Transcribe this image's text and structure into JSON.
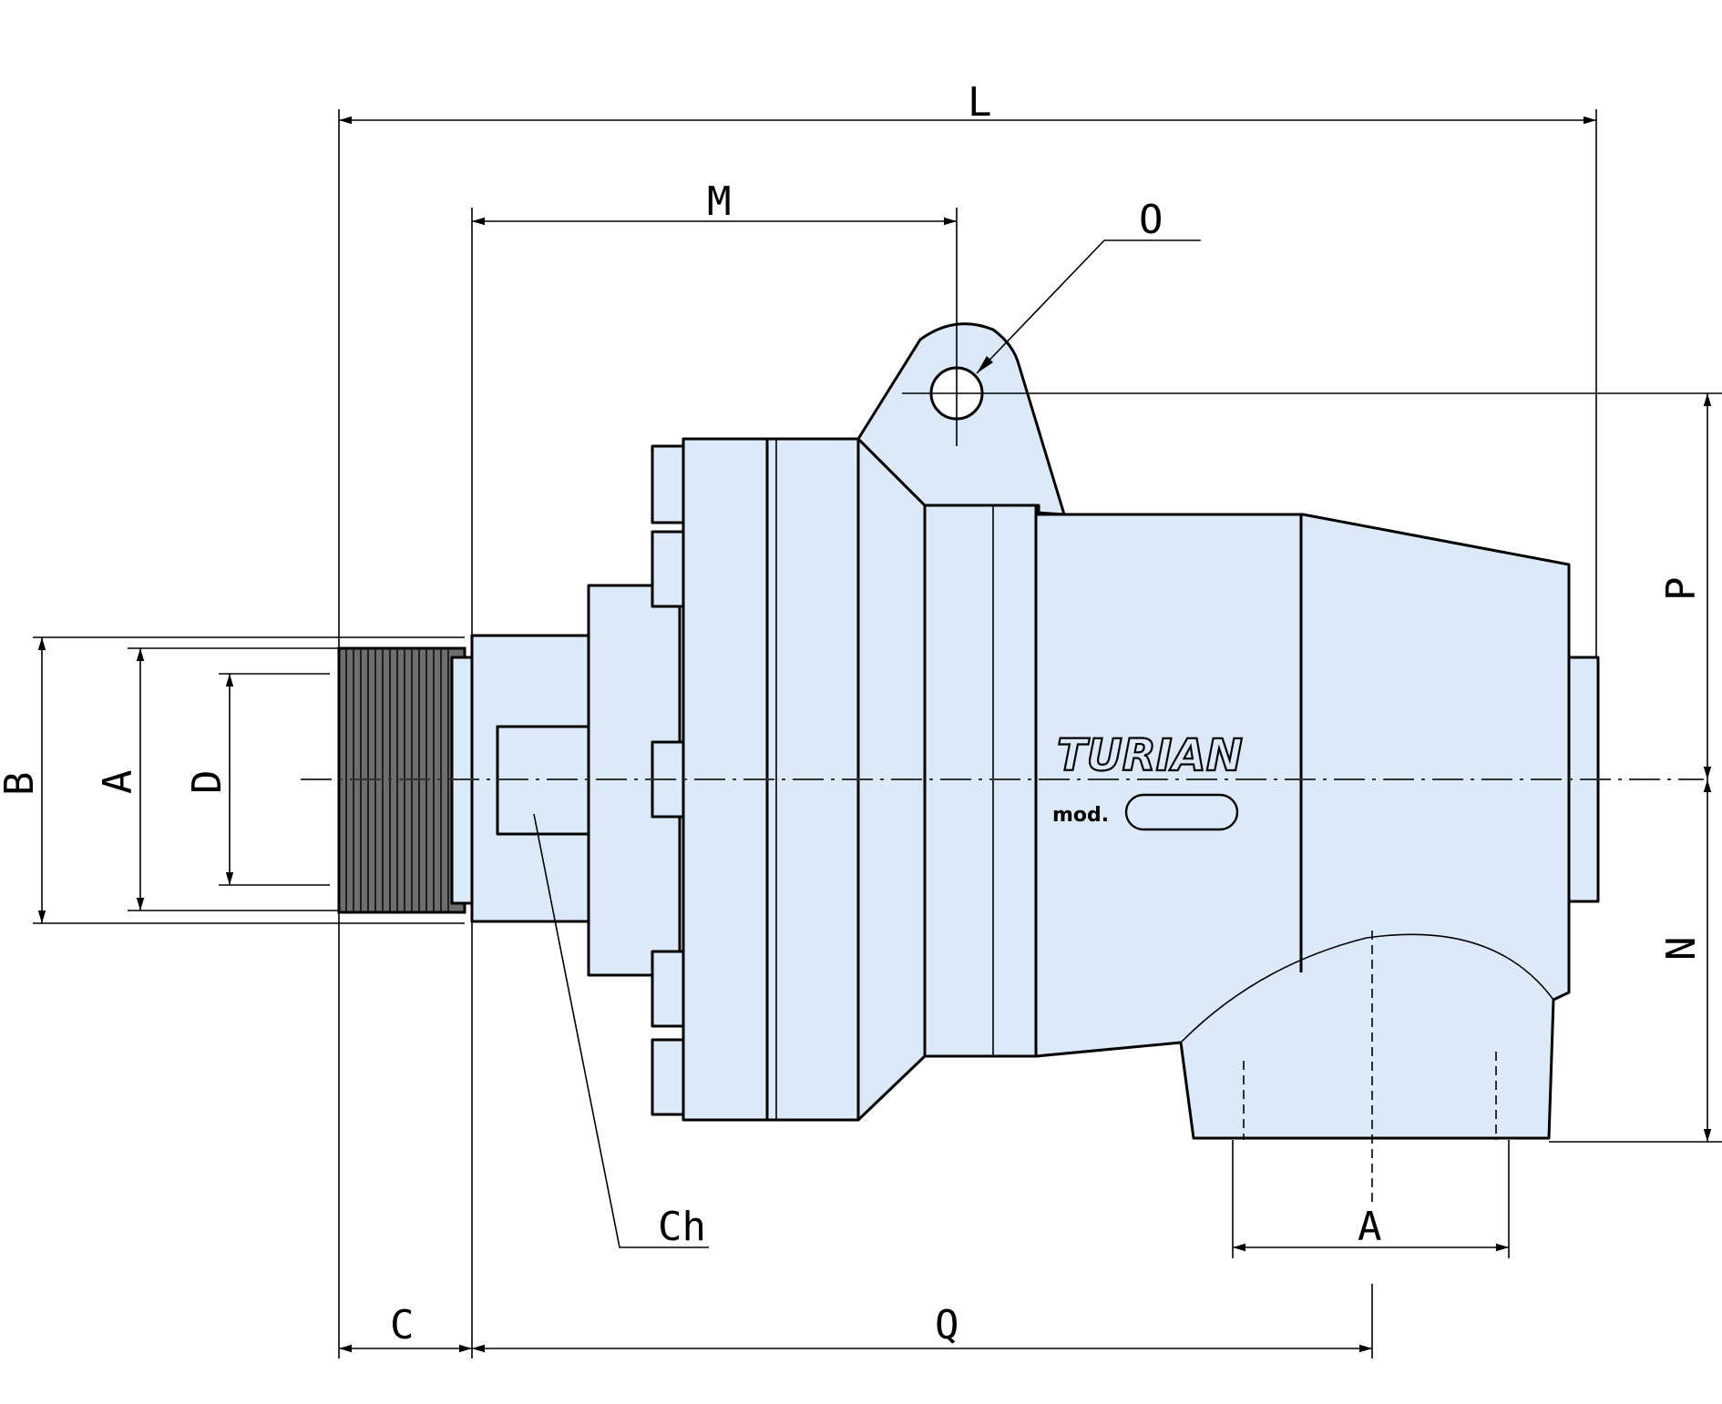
{
  "brand": {
    "name": "TURIAN",
    "model_prefix": "mod."
  },
  "dimensions": {
    "overall_length": "L",
    "distance_m": "M",
    "hole": "O",
    "height_p": "P",
    "height_n": "N",
    "outer_b": "B",
    "thread_a": "A",
    "inner_d": "D",
    "outlet_a": "A",
    "flat_ch": "Ch",
    "thread_c": "C",
    "distance_q": "Q"
  },
  "colors": {
    "body_fill": "#dce9f8",
    "line": "#000000"
  }
}
